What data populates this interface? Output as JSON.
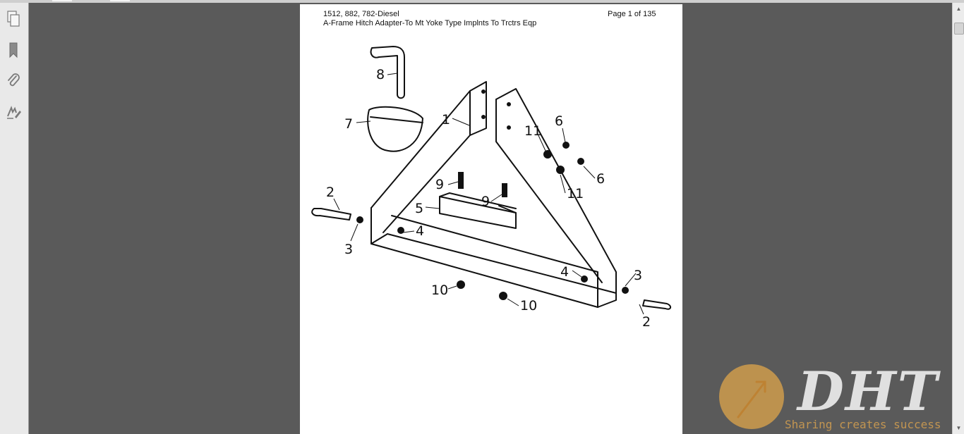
{
  "document": {
    "header_left_line1": "1512, 882, 782-Diesel",
    "header_left_line2": "A-Frame Hitch Adapter-To Mt Yoke Type Implnts To Trctrs Eqp",
    "header_right": "Page 1 of 135"
  },
  "callouts": [
    {
      "id": "c1",
      "label": "1"
    },
    {
      "id": "c2a",
      "label": "2"
    },
    {
      "id": "c2b",
      "label": "2"
    },
    {
      "id": "c3a",
      "label": "3"
    },
    {
      "id": "c3b",
      "label": "3"
    },
    {
      "id": "c4a",
      "label": "4"
    },
    {
      "id": "c4b",
      "label": "4"
    },
    {
      "id": "c5",
      "label": "5"
    },
    {
      "id": "c6a",
      "label": "6"
    },
    {
      "id": "c6b",
      "label": "6"
    },
    {
      "id": "c7",
      "label": "7"
    },
    {
      "id": "c8",
      "label": "8"
    },
    {
      "id": "c9a",
      "label": "9"
    },
    {
      "id": "c9b",
      "label": "9"
    },
    {
      "id": "c10a",
      "label": "10"
    },
    {
      "id": "c10b",
      "label": "10"
    },
    {
      "id": "c11a",
      "label": "11"
    },
    {
      "id": "c11b",
      "label": "11"
    }
  ],
  "sidebar": {
    "icons": [
      "pages-icon",
      "bookmark-icon",
      "attachment-icon",
      "signature-icon"
    ]
  },
  "watermark": {
    "brand": "DHT",
    "slogan": "Sharing creates success",
    "accent_color": "#d9a24a"
  }
}
